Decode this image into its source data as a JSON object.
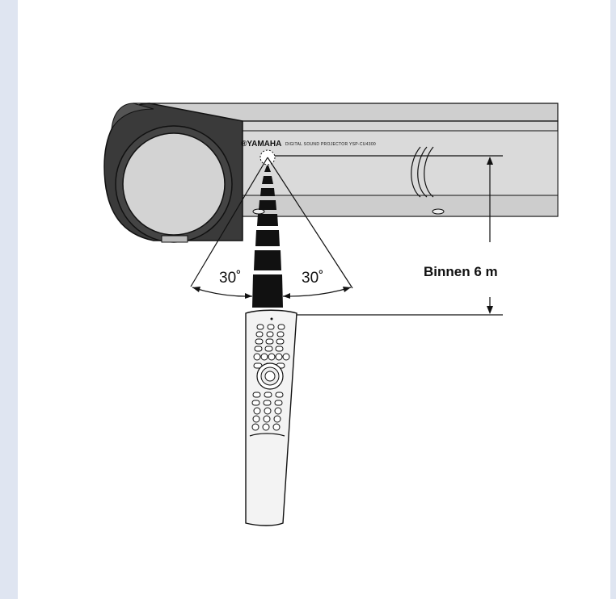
{
  "device": {
    "brand": "®YAMAHA",
    "model_text": "DIGITAL SOUND PROJECTOR YSP-CU4300"
  },
  "angles": {
    "left": "30˚",
    "right": "30˚"
  },
  "distance": {
    "label": "Binnen 6 m"
  },
  "colors": {
    "background": "#dfe5f1",
    "panel": "#ffffff",
    "device_body": "#d9d9d9",
    "device_dark": "#2b2b2b",
    "line": "#111111"
  }
}
